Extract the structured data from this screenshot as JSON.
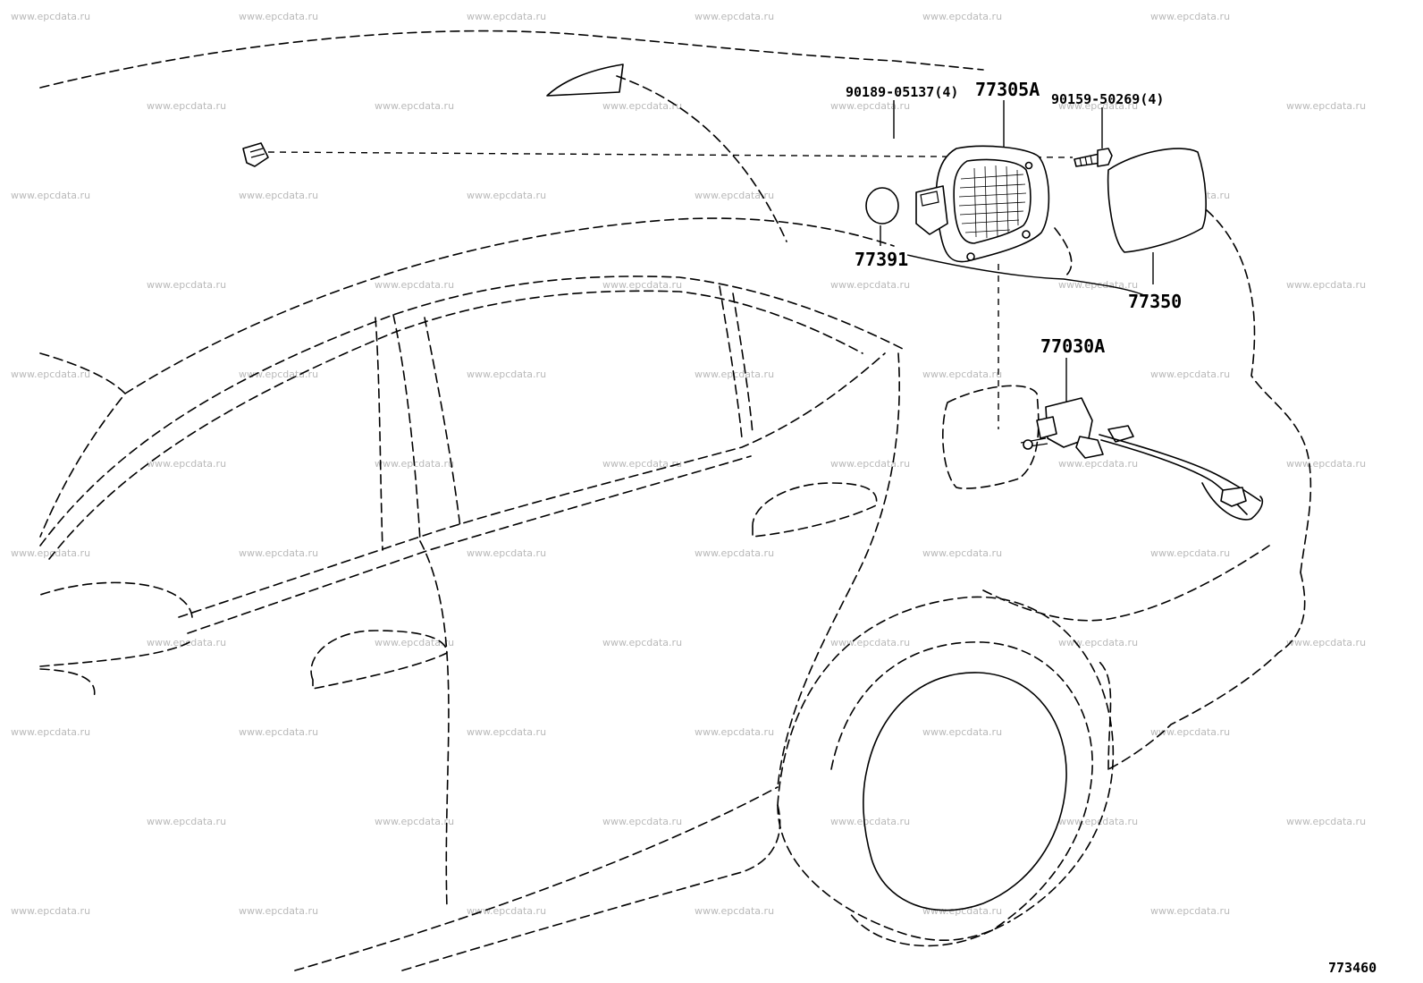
{
  "watermark": {
    "text": "www.epcdata.ru",
    "color": "#b9b9b9"
  },
  "callouts": {
    "clip": "90189-05137(4)",
    "fuel_inlet_box": "77305A",
    "screw": "90159-50269(4)",
    "gasket": "77391",
    "fuel_lid": "77350",
    "opener_lock": "77030A"
  },
  "diagram_id": "773460"
}
